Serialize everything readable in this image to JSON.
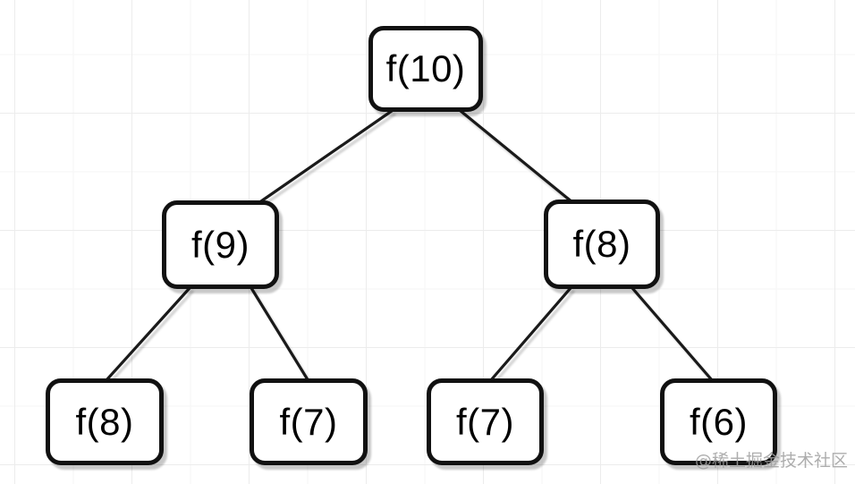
{
  "diagram": {
    "type": "recursion-tree",
    "nodes": [
      {
        "id": "root",
        "label": "f(10)",
        "level": 1
      },
      {
        "id": "left-child",
        "label": "f(9)",
        "level": 2
      },
      {
        "id": "right-child",
        "label": "f(8)",
        "level": 2
      },
      {
        "id": "leaf-1",
        "label": "f(8)",
        "level": 3
      },
      {
        "id": "leaf-2",
        "label": "f(7)",
        "level": 3
      },
      {
        "id": "leaf-3",
        "label": "f(7)",
        "level": 3
      },
      {
        "id": "leaf-4",
        "label": "f(6)",
        "level": 3
      }
    ],
    "edges": [
      {
        "from": "f(10)",
        "to": "f(9)"
      },
      {
        "from": "f(10)",
        "to": "f(8)"
      },
      {
        "from": "f(9)",
        "to": "f(8)"
      },
      {
        "from": "f(9)",
        "to": "f(7)"
      },
      {
        "from": "f(8)",
        "to": "f(7)"
      },
      {
        "from": "f(8)",
        "to": "f(6)"
      }
    ],
    "colors": {
      "node_fill": "#ffffff",
      "node_border": "#111111",
      "edge_stroke": "#1a1a1a",
      "grid_line": "#ececec",
      "watermark_text": "#9f9f9f"
    }
  },
  "watermark": {
    "text": "@稀土掘金技术社区"
  }
}
